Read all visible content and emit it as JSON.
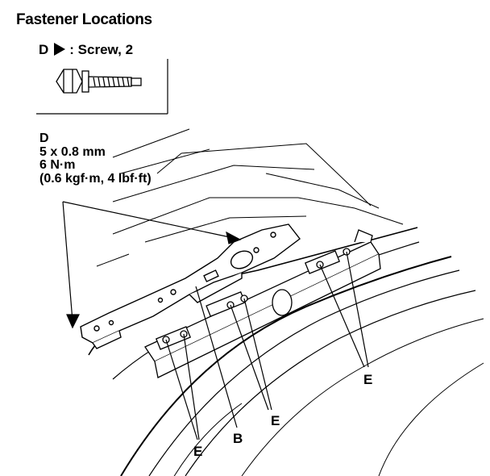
{
  "title": "Fastener Locations",
  "fastener": {
    "letter": "D",
    "description": ": Screw, 2",
    "icon": "right-triangle-icon"
  },
  "spec": {
    "letter": "D",
    "size": "5 x 0.8 mm",
    "torque_nm": "6 N·m",
    "torque_alt": "(0.6 kgf·m, 4 lbf·ft)"
  },
  "labels": {
    "e_left": "E",
    "b": "B",
    "e_mid": "E",
    "e_right": "E"
  }
}
